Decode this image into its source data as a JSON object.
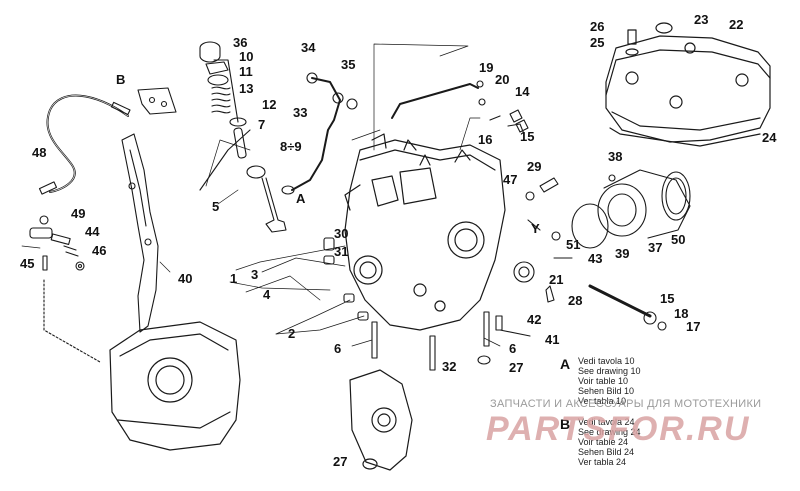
{
  "callouts": [
    {
      "id": "c1",
      "text": "1"
    },
    {
      "id": "c2",
      "text": "2"
    },
    {
      "id": "c3",
      "text": "3"
    },
    {
      "id": "c4",
      "text": "4"
    },
    {
      "id": "c5",
      "text": "5"
    },
    {
      "id": "c6a",
      "text": "6"
    },
    {
      "id": "c6b",
      "text": "6"
    },
    {
      "id": "c7",
      "text": "7"
    },
    {
      "id": "c89",
      "text": "8÷9"
    },
    {
      "id": "c10",
      "text": "10"
    },
    {
      "id": "c11",
      "text": "11"
    },
    {
      "id": "c12",
      "text": "12"
    },
    {
      "id": "c13",
      "text": "13"
    },
    {
      "id": "c14",
      "text": "14"
    },
    {
      "id": "c15",
      "text": "15"
    },
    {
      "id": "c16",
      "text": "16"
    },
    {
      "id": "c17",
      "text": "17"
    },
    {
      "id": "c18",
      "text": "18"
    },
    {
      "id": "c19",
      "text": "19"
    },
    {
      "id": "c20",
      "text": "20"
    },
    {
      "id": "c21",
      "text": "21"
    },
    {
      "id": "c22",
      "text": "22"
    },
    {
      "id": "c23",
      "text": "23"
    },
    {
      "id": "c24",
      "text": "24"
    },
    {
      "id": "c25",
      "text": "25"
    },
    {
      "id": "c26",
      "text": "26"
    },
    {
      "id": "c27a",
      "text": "27"
    },
    {
      "id": "c27b",
      "text": "27"
    },
    {
      "id": "c28",
      "text": "28"
    },
    {
      "id": "c29",
      "text": "29"
    },
    {
      "id": "c30",
      "text": "30"
    },
    {
      "id": "c31",
      "text": "31"
    },
    {
      "id": "c32",
      "text": "32"
    },
    {
      "id": "c33",
      "text": "33"
    },
    {
      "id": "c34",
      "text": "34"
    },
    {
      "id": "c35",
      "text": "35"
    },
    {
      "id": "c36",
      "text": "36"
    },
    {
      "id": "c37",
      "text": "37"
    },
    {
      "id": "c38",
      "text": "38"
    },
    {
      "id": "c39",
      "text": "39"
    },
    {
      "id": "c40",
      "text": "40"
    },
    {
      "id": "c41",
      "text": "41"
    },
    {
      "id": "c42",
      "text": "42"
    },
    {
      "id": "c43",
      "text": "43"
    },
    {
      "id": "c44",
      "text": "44"
    },
    {
      "id": "c45",
      "text": "45"
    },
    {
      "id": "c46",
      "text": "46"
    },
    {
      "id": "c47",
      "text": "47"
    },
    {
      "id": "c48",
      "text": "48"
    },
    {
      "id": "c49",
      "text": "49"
    },
    {
      "id": "c50",
      "text": "50"
    },
    {
      "id": "c51",
      "text": "51"
    },
    {
      "id": "cA",
      "text": "A"
    },
    {
      "id": "cB",
      "text": "B"
    },
    {
      "id": "cY",
      "text": "Y"
    }
  ],
  "refs": {
    "a": {
      "letter": "A",
      "lines": [
        "Vedi tavola 10",
        "See drawing 10",
        "Voir table 10",
        "Sehen Bild 10",
        "Ver tabla 10"
      ]
    },
    "b": {
      "letter": "B",
      "lines": [
        "Vedi tavola 24",
        "See drawing 24",
        "Voir table 24",
        "Sehen Bild 24",
        "Ver tabla 24"
      ]
    }
  },
  "watermark": {
    "top": "ЗАПЧАСТИ И АКСЕССУАРЫ ДЛЯ МОТОТЕХНИКИ",
    "brand": "PARTSFOR.RU"
  }
}
